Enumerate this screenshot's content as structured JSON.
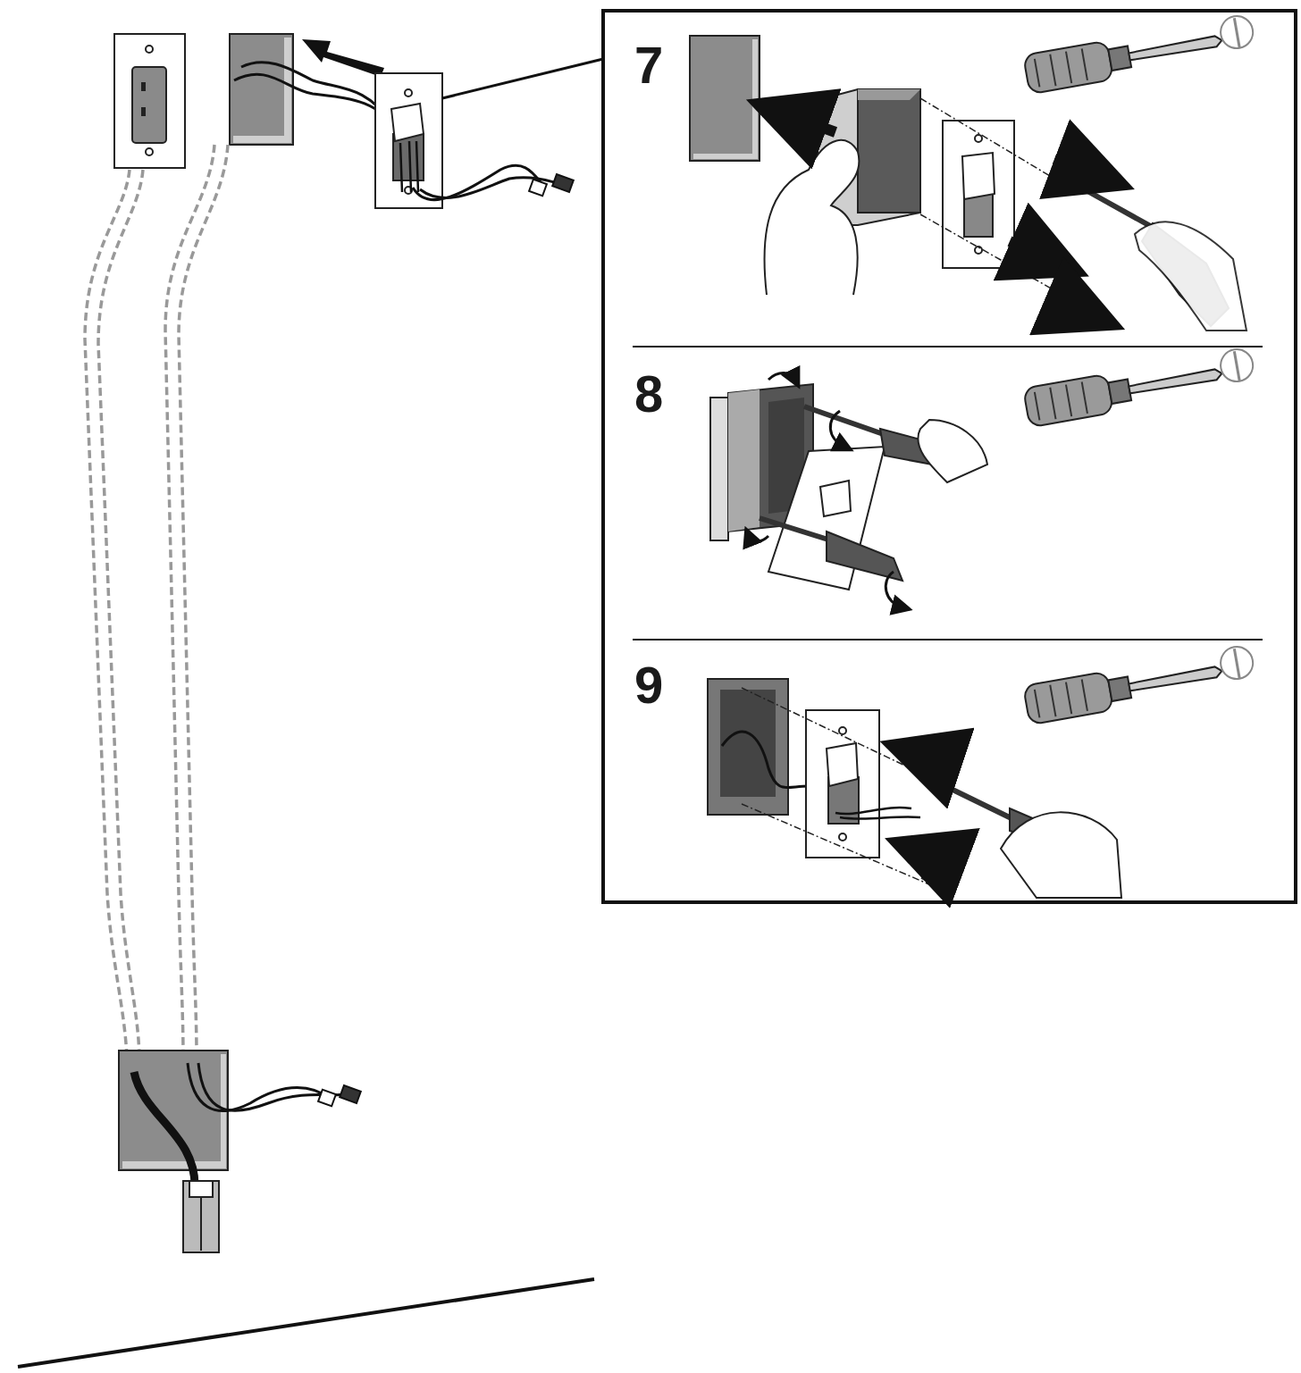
{
  "diagram": {
    "labels": [
      "7",
      "8",
      "9"
    ]
  }
}
